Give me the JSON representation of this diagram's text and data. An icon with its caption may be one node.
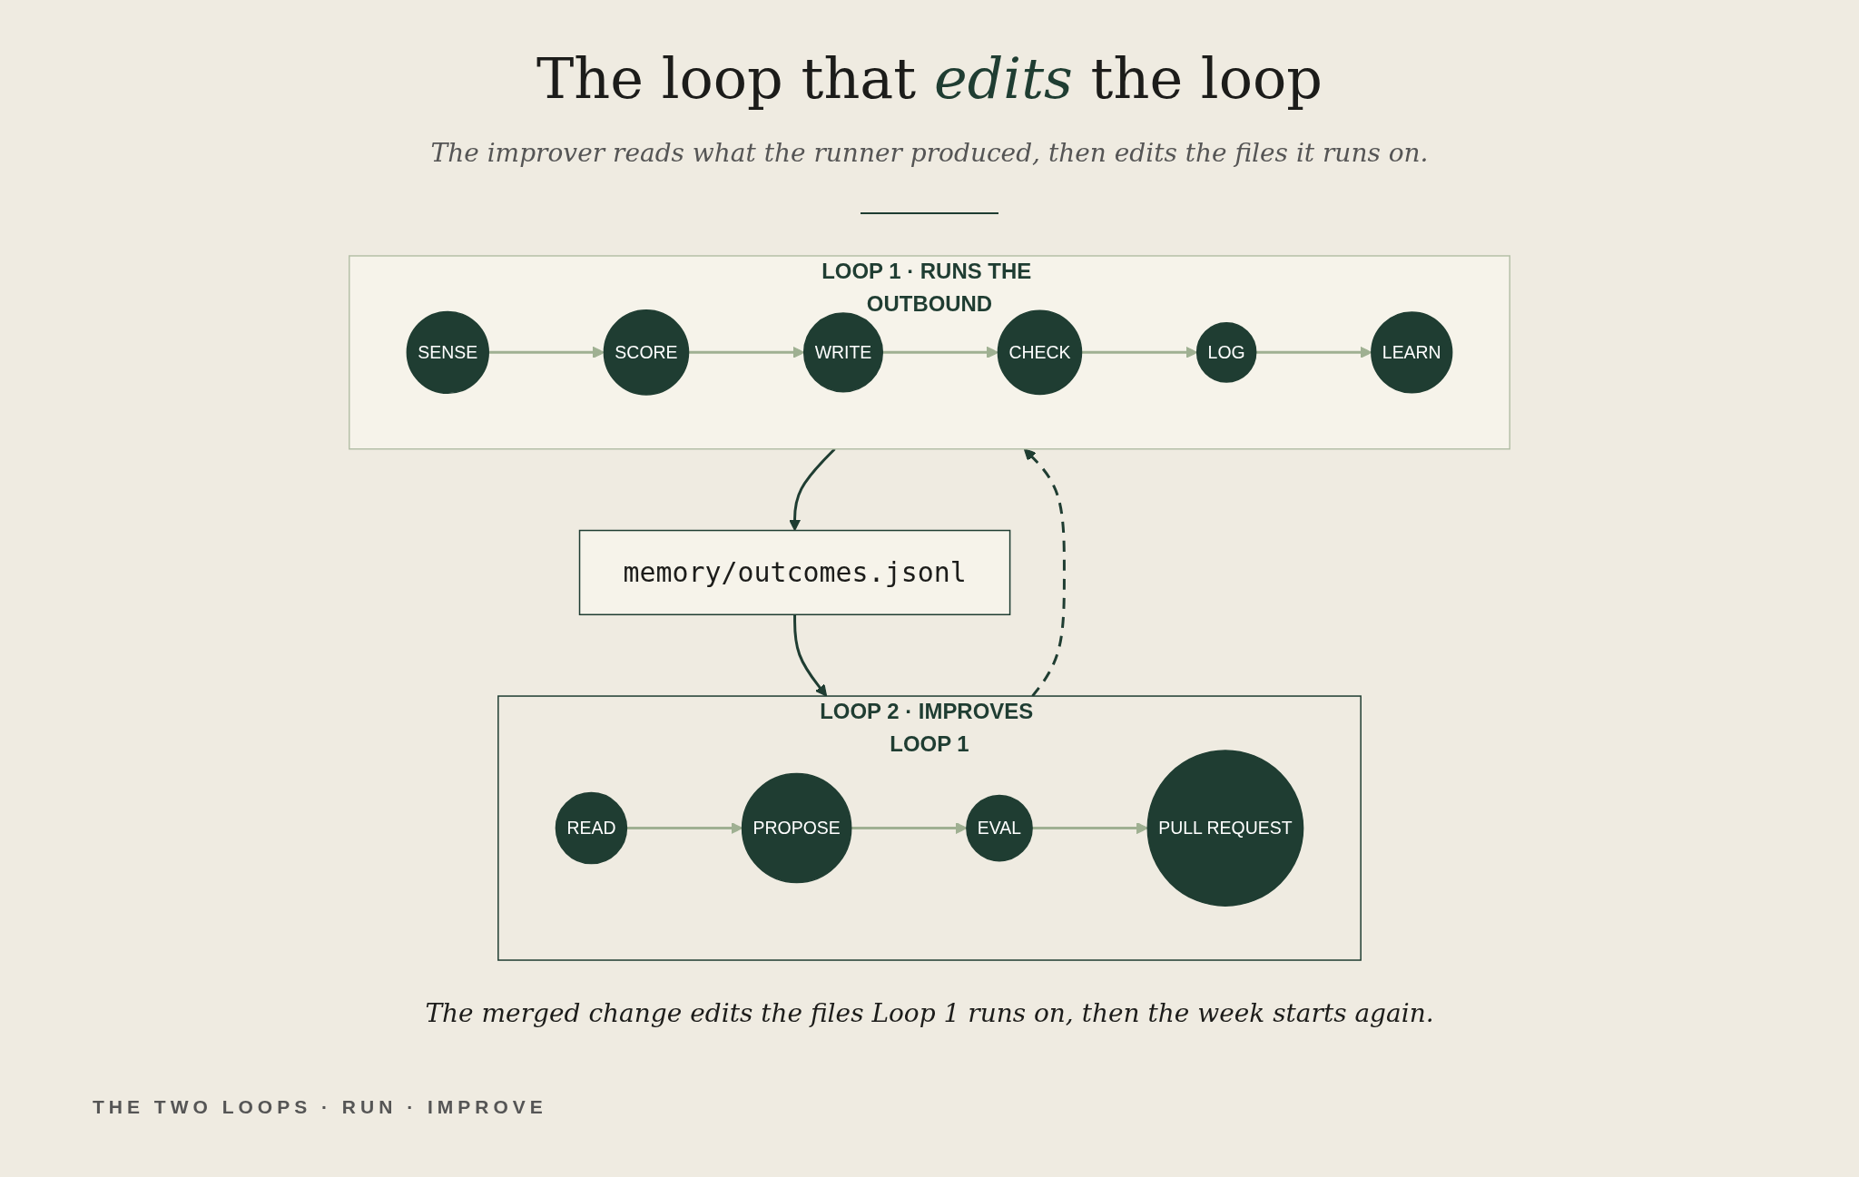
{
  "diagram": {
    "title": "The loop that *edits* the loop",
    "caption": "The merged change edits the files Loop 1 runs on, then the week starts again.",
    "nodes": [
      {
        "text": [
          "LOOP 1 · RUNS THE OUTBOUND"
        ]
      },
      {
        "text": [
          "SENSE"
        ],
        "in": 0
      },
      {
        "text": [
          "SCORE"
        ],
        "in": 0
      },
      {
        "text": [
          "WRITE"
        ],
        "in": 0
      },
      {
        "text": [
          "CHECK"
        ],
        "in": 0
      },
      {
        "text": [
          "LOG"
        ],
        "in": 0
      },
      {
        "text": [
          "LEARN"
        ],
        "in": 0
      },
      {
        "text": [
          "memory/outcomes.jsonl"
        ]
      },
      {
        "text": [
          "LOOP 2 · IMPROVES LOOP 1"
        ]
      },
      {
        "text": [
          "READ"
        ],
        "in": 8
      },
      {
        "text": [
          "PROPOSE"
        ],
        "in": 8
      },
      {
        "text": [
          "EVAL"
        ],
        "in": 8
      },
      {
        "text": [
          "PULL REQUEST"
        ],
        "in": 8
      }
    ],
    "edges": [
      {
        "from": 1,
        "to": 2,
        "arrow": "to"
      },
      {
        "from": 2,
        "to": 3,
        "arrow": "to"
      },
      {
        "from": 3,
        "to": 4,
        "arrow": "to"
      },
      {
        "from": 4,
        "to": 5,
        "arrow": "to"
      },
      {
        "from": 5,
        "to": 6,
        "arrow": "to"
      },
      {
        "from": 0,
        "to": 7,
        "arrow": "to",
        "color": "#1f3d32"
      },
      {
        "from": 7,
        "to": 8,
        "arrow": "to",
        "color": "#1f3d32"
      },
      {
        "from": 8,
        "to": 0,
        "arrow": "to",
        "style": "dashed",
        "color": "#1f3d32"
      },
      {
        "from": 9,
        "to": 10,
        "arrow": "to"
      },
      {
        "from": 10,
        "to": 11,
        "arrow": "to"
      },
      {
        "from": 11,
        "to": 12,
        "arrow": "to"
      }
    ],
    "labels": [
      "The improver reads what the runner produced, then edits the files it runs on.",
      "THE TWO LOOPS · RUN · IMPROVE"
    ]
  }
}
